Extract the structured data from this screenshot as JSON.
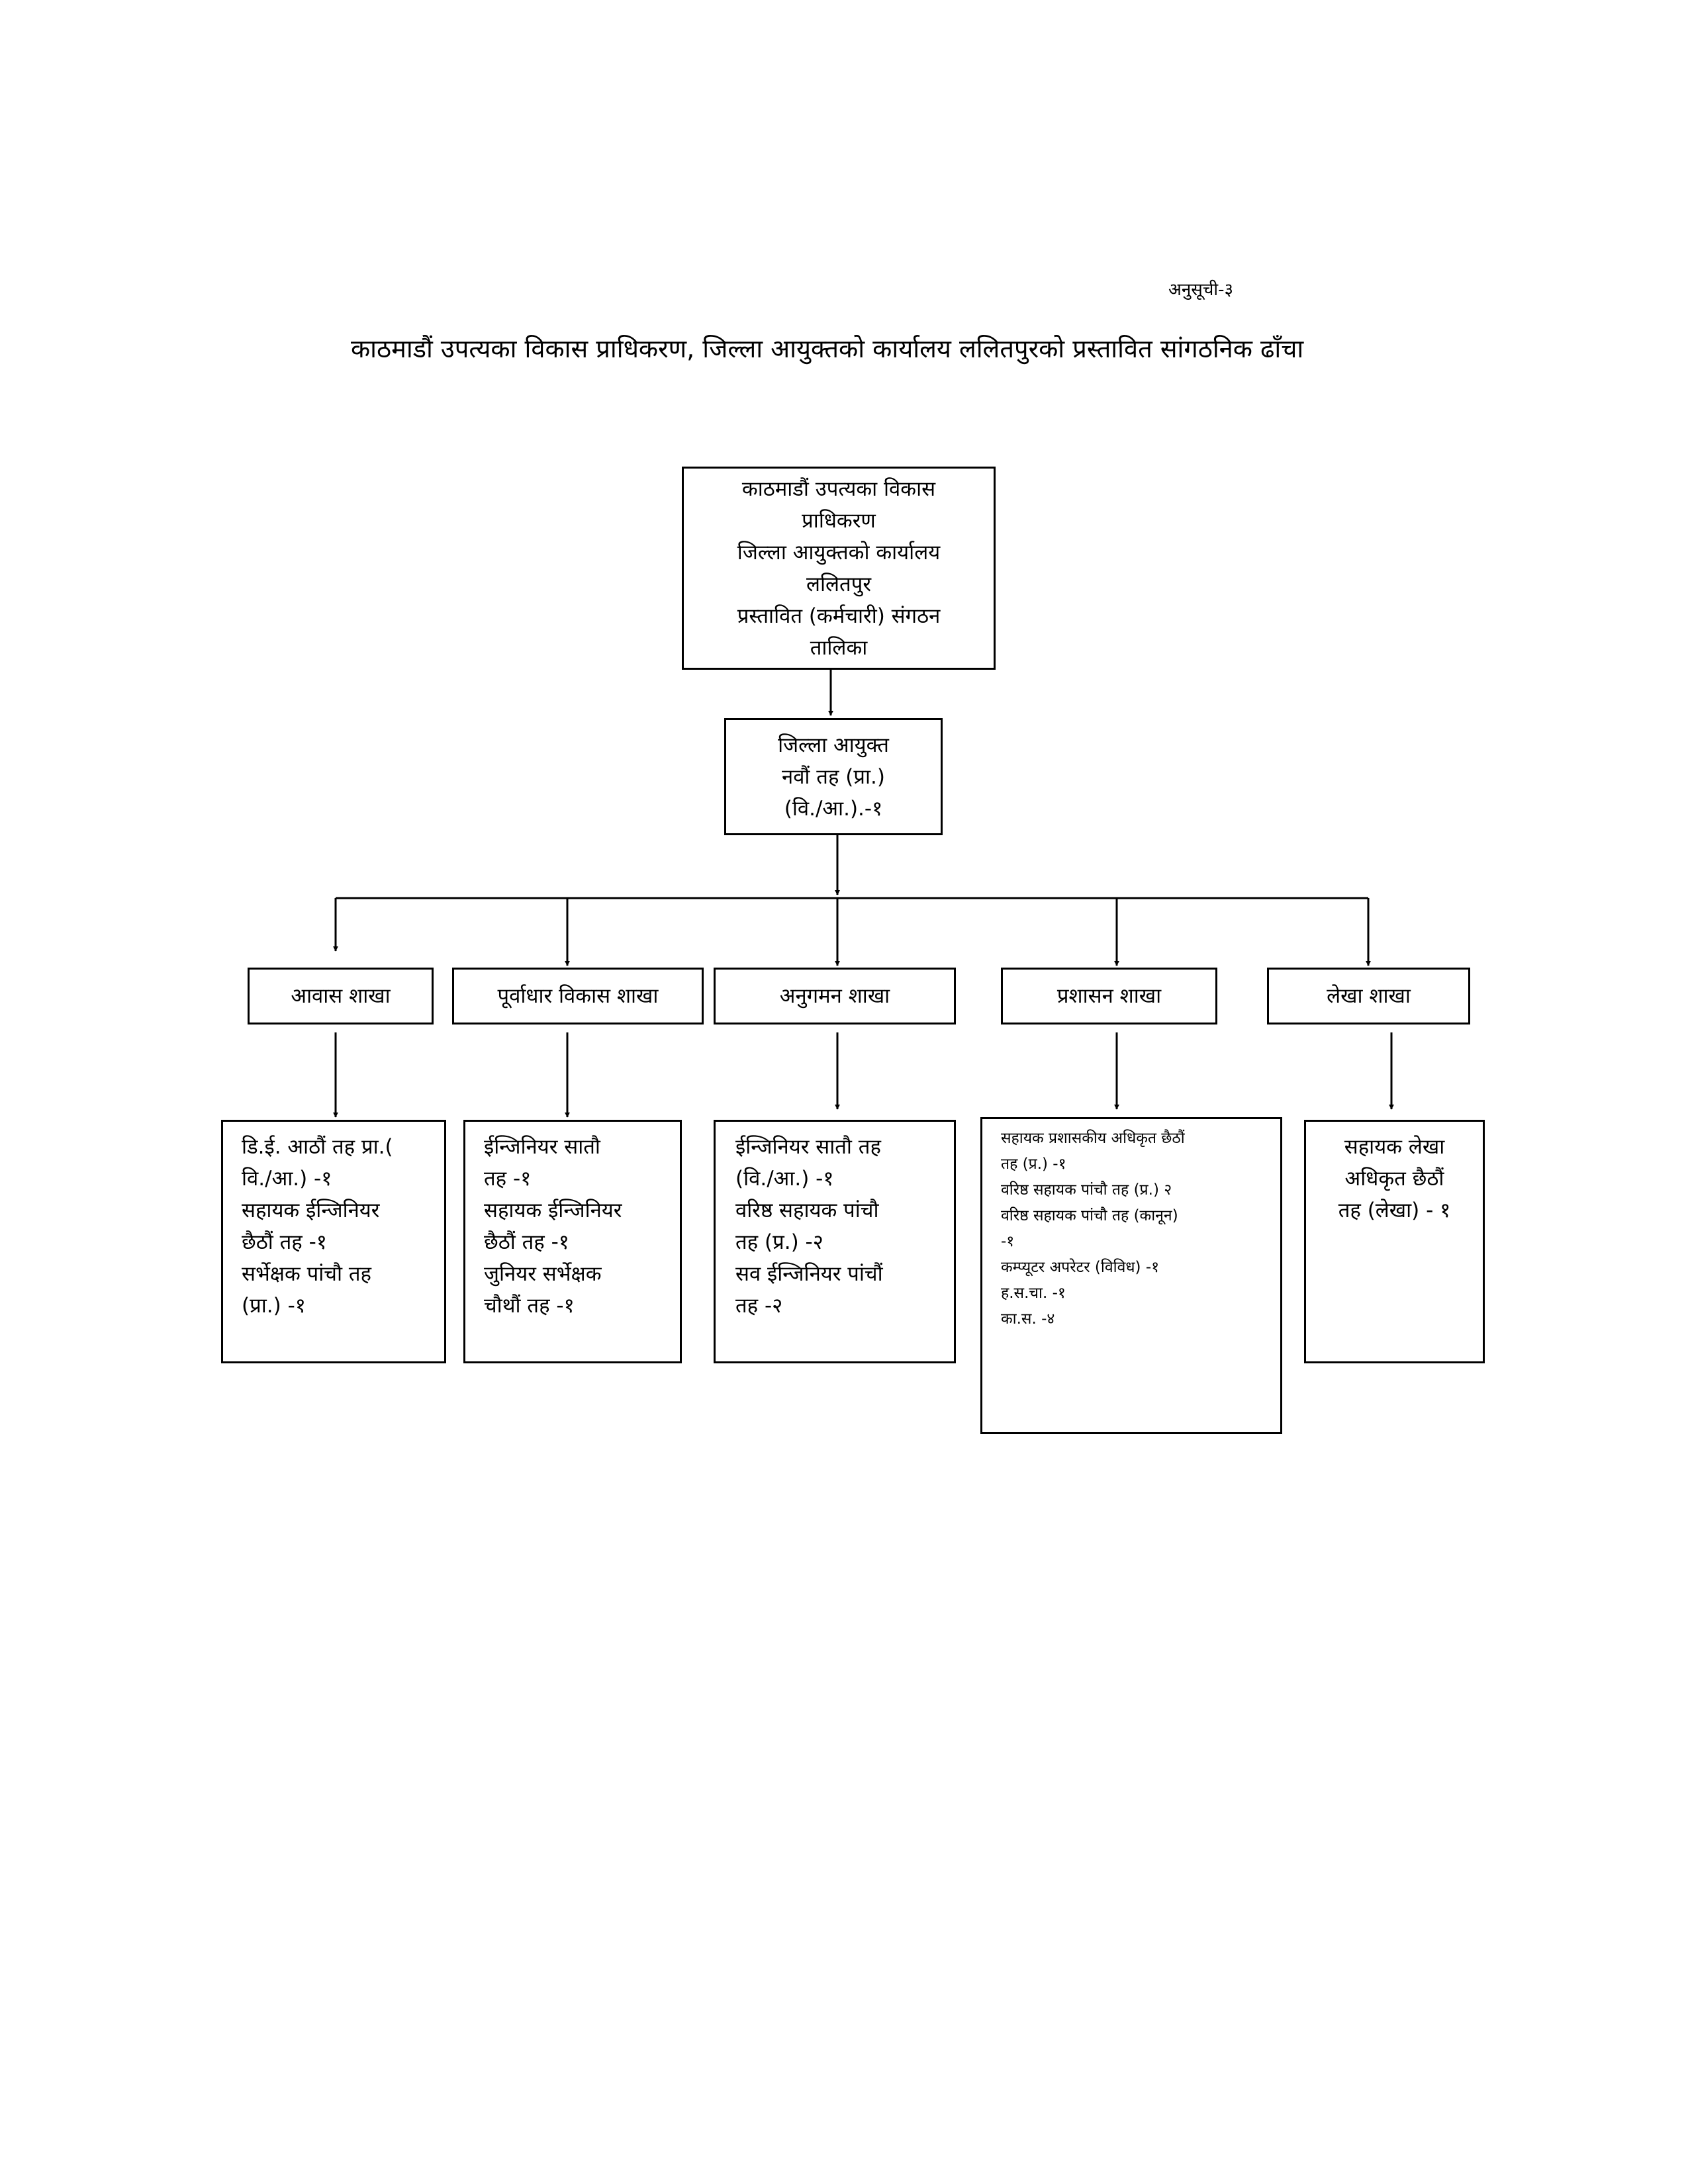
{
  "annex_label": "अनुसूची-३",
  "title": "काठमाडौं उपत्यका विकास प्राधिकरण, जिल्ला आयुक्तको कार्यालय ललितपुरको प्रस्तावित सांगठनिक ढाँचा",
  "org_chart": {
    "root": {
      "lines": [
        "काठमाडौं उपत्यका विकास",
        "प्राधिकरण",
        "जिल्ला आयुक्तको कार्यालय",
        "ललितपुर",
        "प्रस्तावित (कर्मचारी) संगठन",
        "तालिका"
      ]
    },
    "commissioner": {
      "lines": [
        "जिल्ला आयुक्त",
        "नवौं तह (प्रा.)",
        "(वि./आ.).-१"
      ]
    },
    "branches": [
      {
        "name": "आवास शाखा",
        "staff": [
          "डि.ई. आठौं तह प्रा.(",
          "वि./आ.) -१",
          "सहायक ईन्जिनियर",
          "छैठौं तह -१",
          "सर्भेक्षक पांचौ तह",
          "(प्रा.) -१"
        ]
      },
      {
        "name": "पूर्वाधार विकास  शाखा",
        "staff": [
          "ईन्जिनियर सातौ",
          "तह -१",
          "सहायक ईन्जिनियर",
          "छैठौं तह -१",
          "जुनियर सर्भेक्षक",
          "चौथौं तह -१"
        ]
      },
      {
        "name": "अनुगमन शाखा",
        "staff": [
          "ईन्जिनियर सातौ तह",
          "(वि./आ.) -१",
          "वरिष्ठ सहायक पांचौ",
          "तह (प्र.) -२",
          "सव ईन्जिनियर पांचौं",
          "तह -२"
        ]
      },
      {
        "name": "प्रशासन शाखा",
        "staff": [
          "सहायक प्रशासकीय अधिकृत छैठौं",
          "तह (प्र.) -१",
          "वरिष्ठ सहायक पांचौ तह (प्र.) २",
          "वरिष्ठ सहायक पांचौ तह (कानून)",
          "-१",
          "कम्प्यूटर अपरेटर (विविध) -१",
          "ह.स.चा. -१",
          "का.स. -४"
        ]
      },
      {
        "name": "लेखा शाखा",
        "staff": [
          "सहायक लेखा",
          "अधिकृत छैठौं",
          "तह (लेखा) - १"
        ]
      }
    ]
  }
}
